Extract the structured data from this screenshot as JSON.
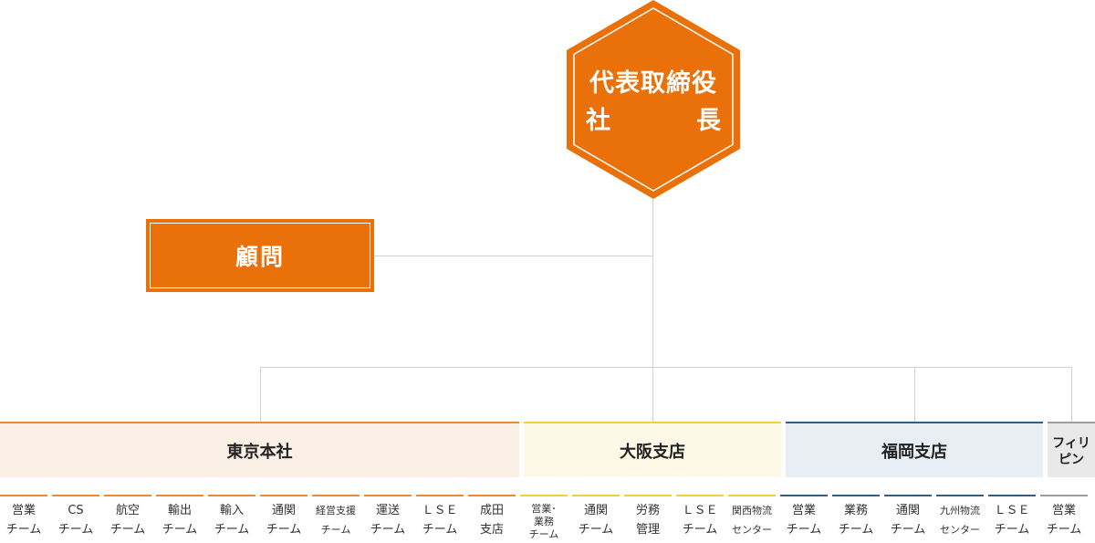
{
  "colors": {
    "orange": "#ea700a",
    "tokyo_bg": "#fbf0e5",
    "tokyo_line": "#e98a3a",
    "osaka_bg": "#fdf9e6",
    "osaka_line": "#f2cf3a",
    "fukuoka_bg": "#e8eff4",
    "fukuoka_line": "#2f5e86",
    "philippines_bg": "#e9e9e9",
    "philippines_line": "#9e9e9e",
    "connector": "#d0d0d0"
  },
  "ceo": {
    "line1": "代表取締役",
    "line2_left": "社",
    "line2_right": "長"
  },
  "advisor": {
    "label": "顧問"
  },
  "branches": [
    {
      "id": "tokyo",
      "name": "東京本社",
      "teams": [
        [
          "営業",
          "チーム"
        ],
        [
          "CS",
          "チーム"
        ],
        [
          "航空",
          "チーム"
        ],
        [
          "輸出",
          "チーム"
        ],
        [
          "輸入",
          "チーム"
        ],
        [
          "通関",
          "チーム"
        ],
        [
          "経営支援",
          "チーム"
        ],
        [
          "運送",
          "チーム"
        ],
        [
          "ＬＳＥ",
          "チーム"
        ],
        [
          "成田",
          "支店"
        ]
      ]
    },
    {
      "id": "osaka",
      "name": "大阪支店",
      "teams": [
        [
          "営業･",
          "業務",
          "チーム"
        ],
        [
          "通関",
          "チーム"
        ],
        [
          "労務",
          "管理"
        ],
        [
          "ＬＳＥ",
          "チーム"
        ],
        [
          "関西物流",
          "センター"
        ]
      ]
    },
    {
      "id": "fukuoka",
      "name": "福岡支店",
      "teams": [
        [
          "営業",
          "チーム"
        ],
        [
          "業務",
          "チーム"
        ],
        [
          "通関",
          "チーム"
        ],
        [
          "九州物流",
          "センター"
        ],
        [
          "ＬＳＥ",
          "チーム"
        ]
      ]
    },
    {
      "id": "philippines",
      "name_lines": [
        "フィリ",
        "ピン"
      ],
      "teams": [
        [
          "営業",
          "チーム"
        ]
      ]
    }
  ]
}
